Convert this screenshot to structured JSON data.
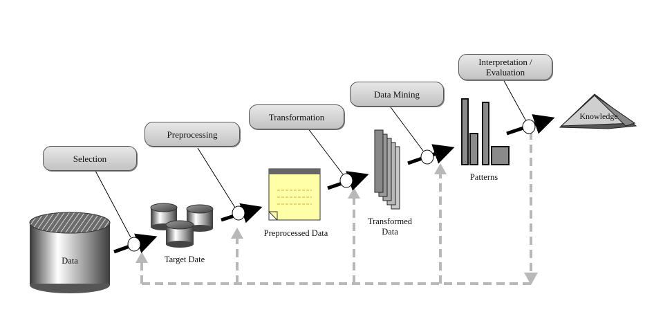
{
  "stages": {
    "selection": "Selection",
    "preprocessing": "Preprocessing",
    "transformation": "Transformation",
    "data_mining": "Data Mining",
    "interpretation_line1": "Interpretation /",
    "interpretation_line2": "Evaluation"
  },
  "nodes": {
    "data": "Data",
    "target": "Target Date",
    "preprocessed": "Preprocessed Data",
    "transformed_line1": "Transformed",
    "transformed_line2": "Data",
    "patterns": "Patterns",
    "knowledge": "Knowledge"
  },
  "colors": {
    "arrow": "#000000",
    "feedback": "#b8b8b8",
    "note_fill": "#ffffa8",
    "box_fill": "#d4d4d4"
  }
}
